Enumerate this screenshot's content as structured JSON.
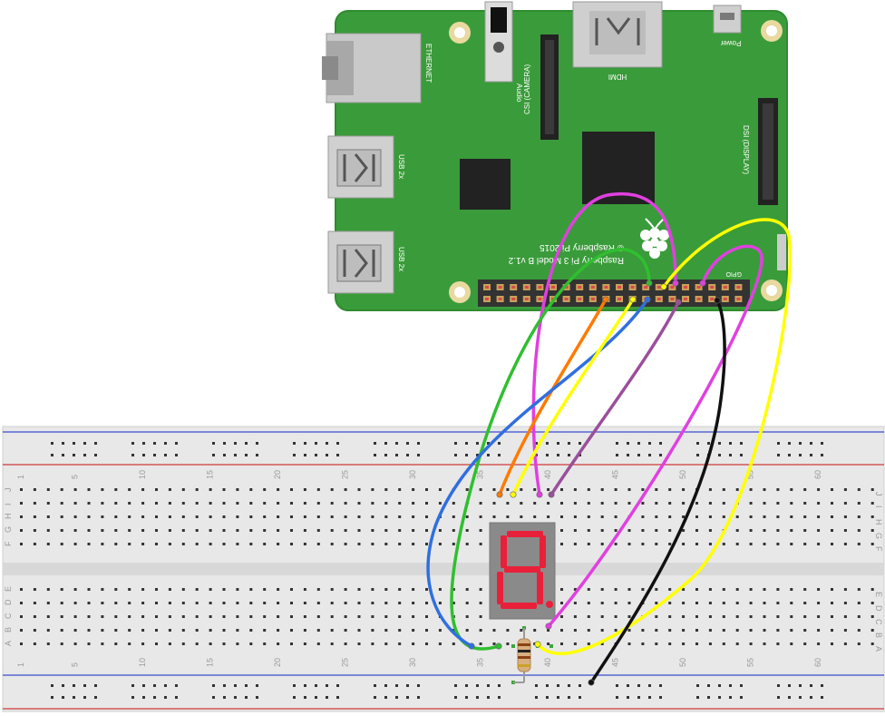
{
  "board": {
    "port_labels": {
      "ethernet": "ETHERNET",
      "usb_top": "USB 2x",
      "usb_bottom": "USB 2x",
      "audio": "Audio",
      "csi": "CSI (CAMERA)",
      "hdmi": "HDMI",
      "power": "Power",
      "dsi": "DSI (DISPLAY)",
      "gpio": "GPIO"
    },
    "silkscreen": {
      "copyright": "© Raspberry Pi 2015",
      "model": "Raspberry Pi 3 Model B v1.2"
    },
    "colors": {
      "pcb": "#3a9b3a",
      "pcb_edge": "#2e8b2e",
      "chip": "#222222",
      "header": "#333333"
    }
  },
  "breadboard": {
    "column_numbers": [
      "1",
      "5",
      "10",
      "15",
      "20",
      "25",
      "30",
      "35",
      "40",
      "45",
      "50",
      "55",
      "60"
    ],
    "row_letters_top": [
      "J",
      "I",
      "H",
      "G",
      "F"
    ],
    "row_letters_bottom": [
      "E",
      "D",
      "C",
      "B",
      "A"
    ],
    "colors": {
      "body": "#e8e8e8",
      "rail_red": "#d23a3a",
      "rail_blue": "#3a4fd2",
      "hole": "#333333",
      "hole_active": "#3aa63a"
    }
  },
  "display": {
    "digit": "8.",
    "segment_color": "#e8203a",
    "body_color": "#8a8a8a"
  },
  "wires": [
    {
      "color": "#e040e0",
      "name": "magenta"
    },
    {
      "color": "#ff7a00",
      "name": "orange"
    },
    {
      "color": "#2fbf2f",
      "name": "green"
    },
    {
      "color": "#2f6fdf",
      "name": "blue"
    },
    {
      "color": "#ffff00",
      "name": "yellow"
    },
    {
      "color": "#9b4f9b",
      "name": "purple"
    },
    {
      "color": "#111111",
      "name": "black"
    }
  ]
}
